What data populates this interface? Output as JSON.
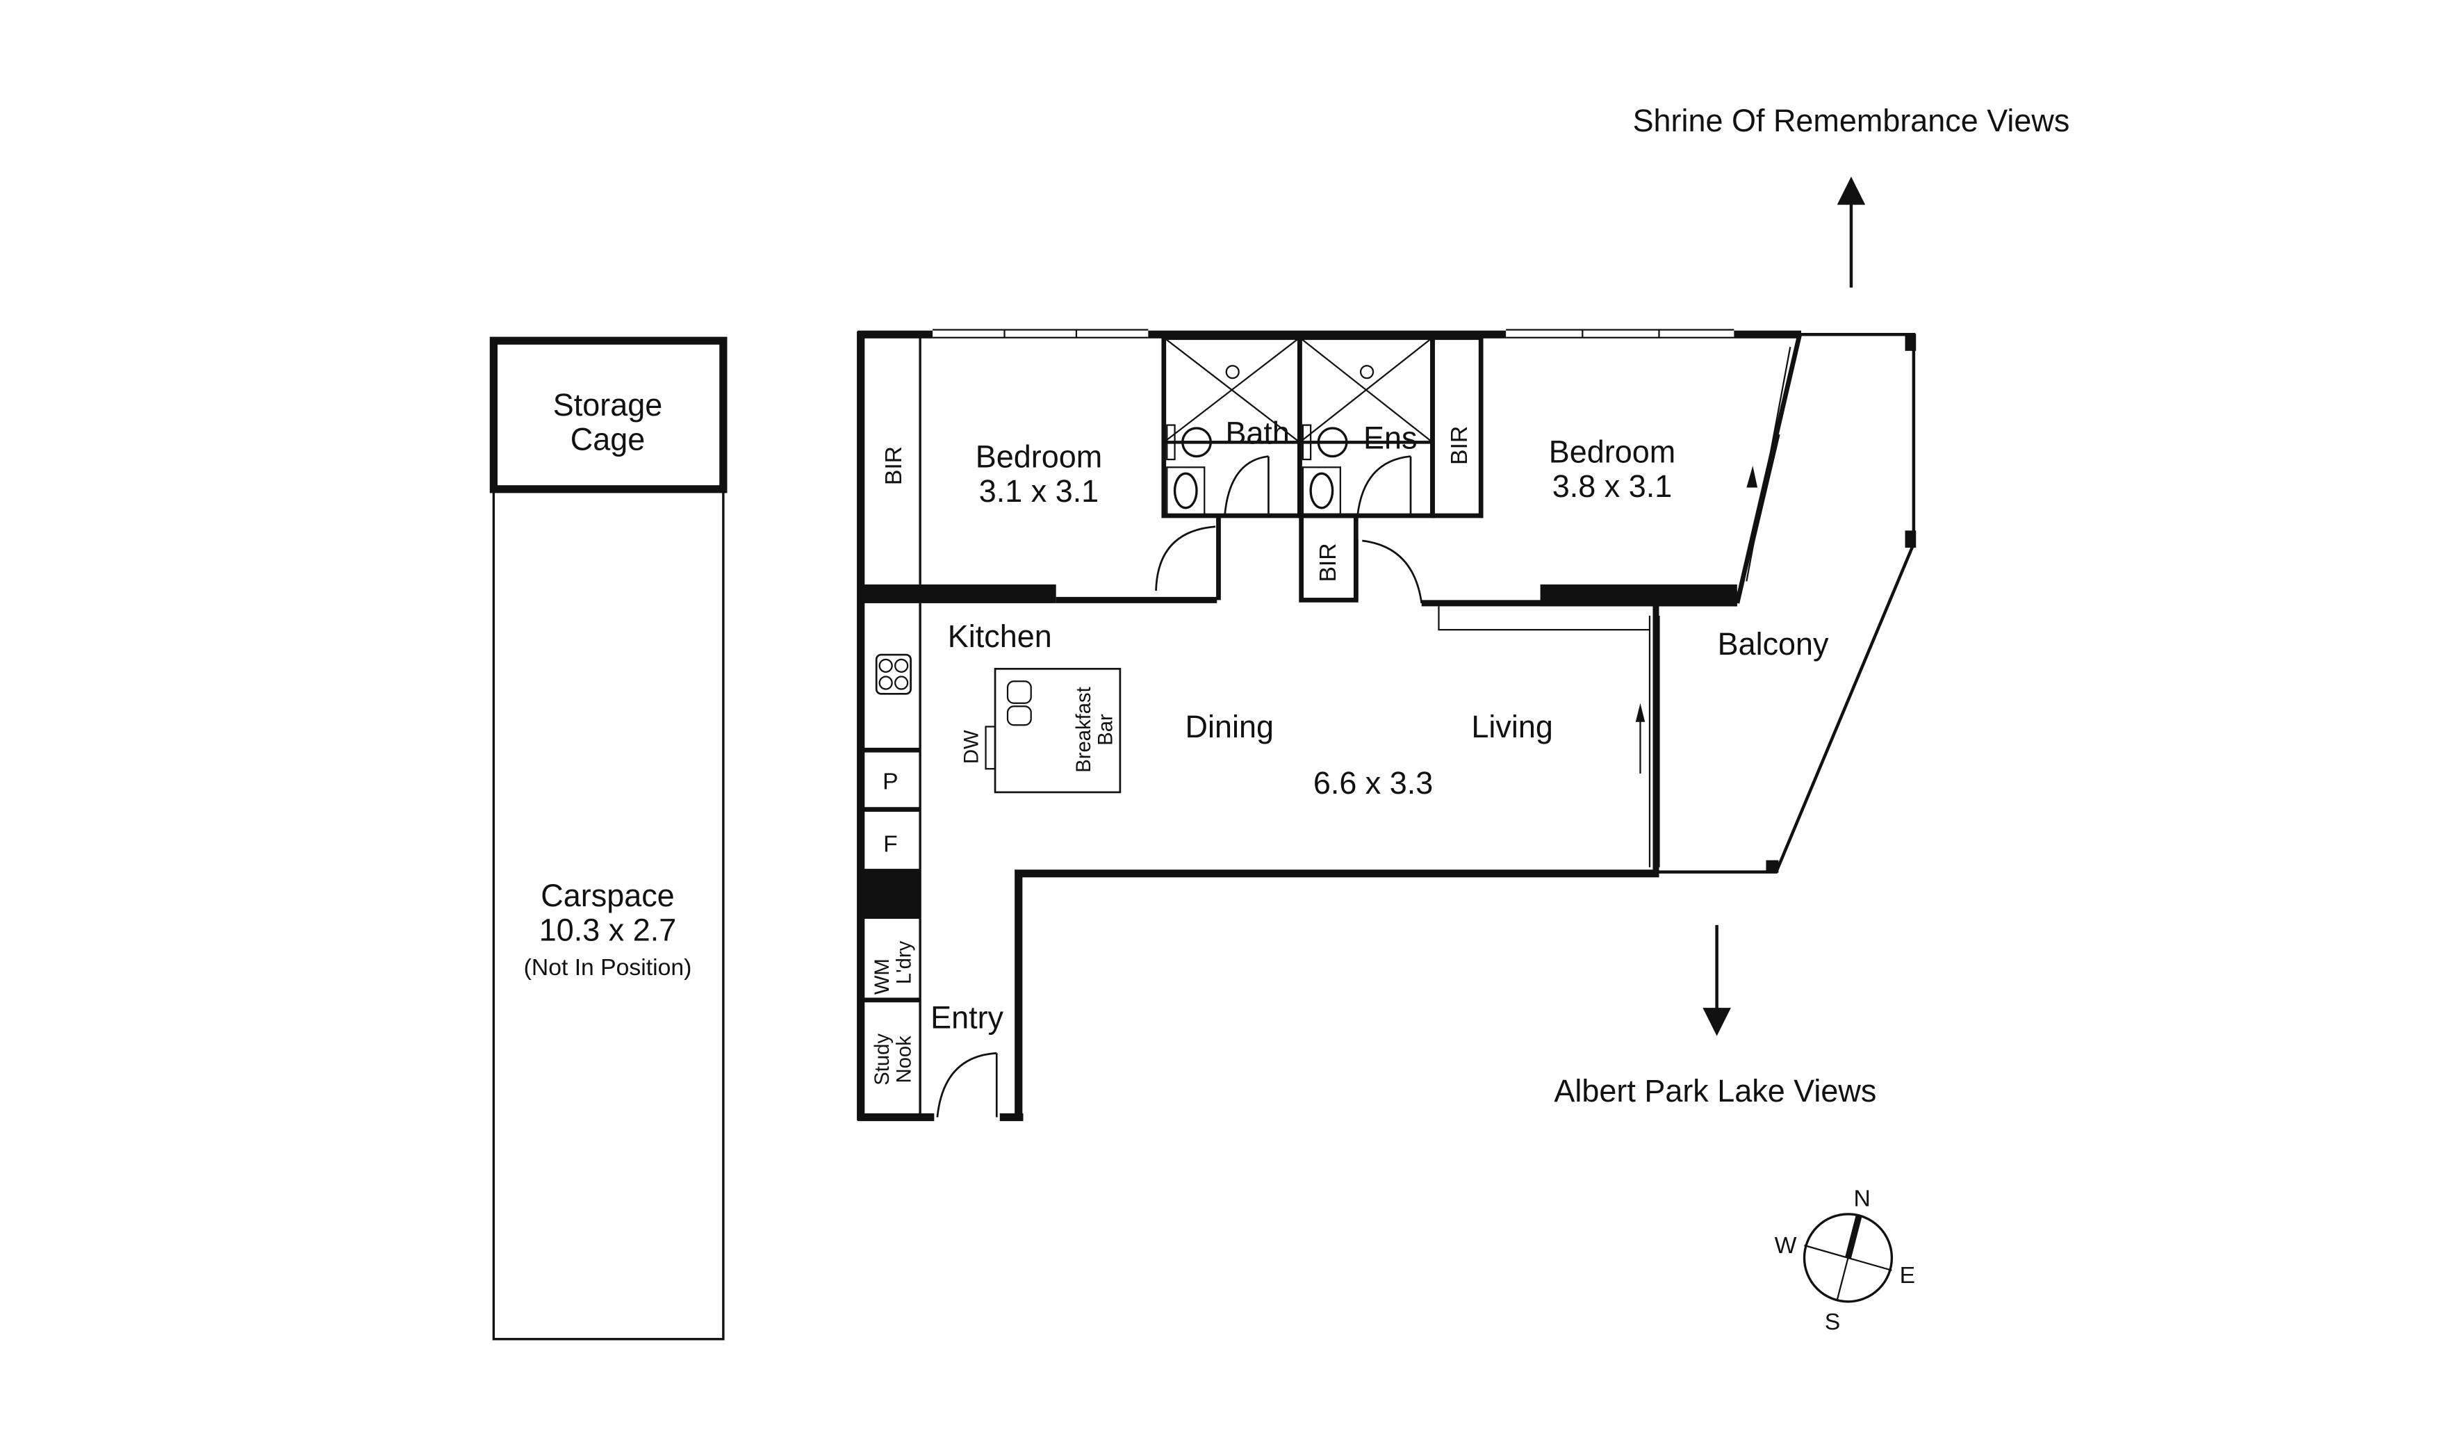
{
  "views": {
    "north": "Shrine Of Remembrance Views",
    "south": "Albert Park Lake Views"
  },
  "storage": {
    "line1": "Storage",
    "line2": "Cage"
  },
  "carspace": {
    "name": "Carspace",
    "size": "10.3 x 2.7",
    "note": "(Not In Position)"
  },
  "rooms": {
    "bedroom1": {
      "name": "Bedroom",
      "size": "3.1 x 3.1"
    },
    "bedroom2": {
      "name": "Bedroom",
      "size": "3.8 x 3.1"
    },
    "bath": "Bath",
    "ens": "Ens",
    "bir": "BIR",
    "kitchen": "Kitchen",
    "dining": "Dining",
    "living": "Living",
    "living_size": "6.6 x 3.3",
    "balcony": "Balcony",
    "entry": "Entry",
    "pantry": "P",
    "fridge": "F",
    "dw": "DW",
    "breakfast": "Breakfast",
    "bar": "Bar",
    "wm": "WM",
    "laundry": "L'dry",
    "study": "Study",
    "nook": "Nook"
  },
  "compass": {
    "n": "N",
    "e": "E",
    "s": "S",
    "w": "W"
  },
  "colors": {
    "ink": "#111111",
    "background": "#ffffff"
  }
}
